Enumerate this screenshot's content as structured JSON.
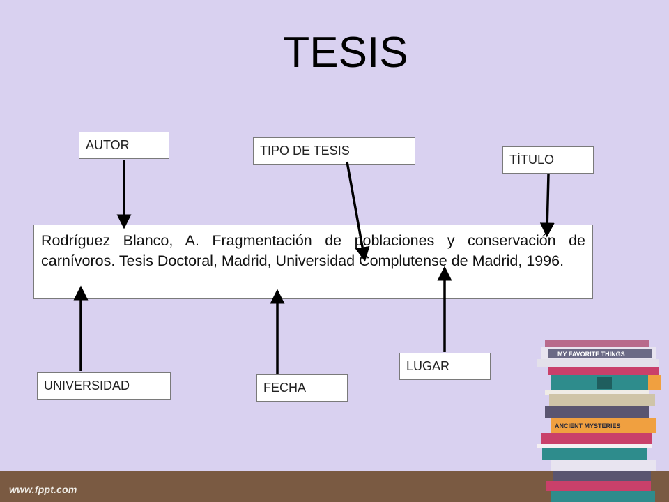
{
  "title": "TESIS",
  "labels": {
    "autor": "AUTOR",
    "tipo_tesis": "TIPO DE TESIS",
    "titulo": "TÍTULO",
    "universidad": "UNIVERSIDAD",
    "fecha": "FECHA",
    "lugar": "LUGAR"
  },
  "citation": "Rodríguez Blanco, A. Fragmentación de poblaciones y conservación de carnívoros. Tesis Doctoral, Madrid, Universidad Complutense de Madrid, 1996.",
  "books": {
    "top_spine": "MY FAVORITE THINGS",
    "mid_spine": "ANCIENT MYSTERIES"
  },
  "footer_logo": "www.fppt.com",
  "colors": {
    "background": "#d9d1f0",
    "floor": "#7a5a42"
  }
}
